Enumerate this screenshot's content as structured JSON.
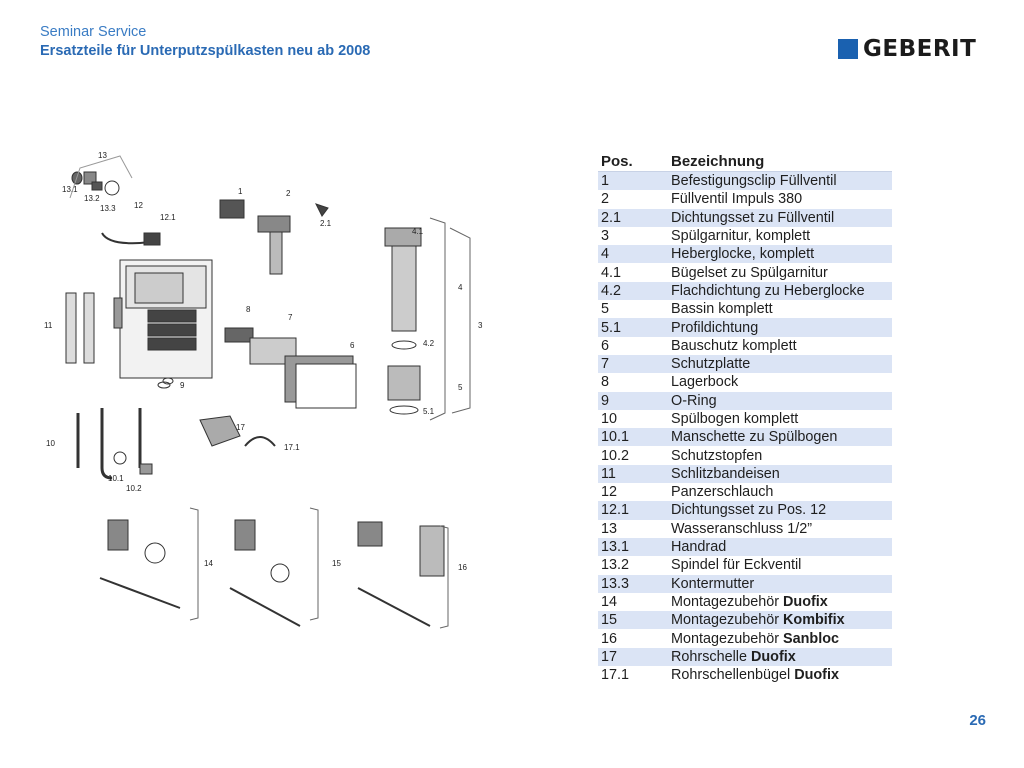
{
  "header": {
    "subtitle": "Seminar Service",
    "title": "Ersatzteile für Unterputzspülkasten neu ab 2008"
  },
  "logo": {
    "text": "GEBERIT",
    "color": "#1a61b0"
  },
  "page_number": "26",
  "table": {
    "col_pos": "Pos.",
    "col_name": "Bezeichnung",
    "rows": [
      {
        "pos": "1",
        "name": "Befestigungsclip Füllventil",
        "bold": ""
      },
      {
        "pos": "2",
        "name": "Füllventil Impuls 380",
        "bold": ""
      },
      {
        "pos": "2.1",
        "name": "Dichtungsset zu Füllventil",
        "bold": ""
      },
      {
        "pos": "3",
        "name": "Spülgarnitur, komplett",
        "bold": ""
      },
      {
        "pos": "4",
        "name": "Heberglocke, komplett",
        "bold": ""
      },
      {
        "pos": "4.1",
        "name": "Bügelset zu Spülgarnitur",
        "bold": ""
      },
      {
        "pos": "4.2",
        "name": "Flachdichtung zu Heberglocke",
        "bold": ""
      },
      {
        "pos": "5",
        "name": "Bassin komplett",
        "bold": ""
      },
      {
        "pos": "5.1",
        "name": "Profildichtung",
        "bold": ""
      },
      {
        "pos": "6",
        "name": "Bauschutz komplett",
        "bold": ""
      },
      {
        "pos": "7",
        "name": "Schutzplatte",
        "bold": ""
      },
      {
        "pos": "8",
        "name": "Lagerbock",
        "bold": ""
      },
      {
        "pos": "9",
        "name": "O-Ring",
        "bold": ""
      },
      {
        "pos": "10",
        "name": "Spülbogen komplett",
        "bold": ""
      },
      {
        "pos": "10.1",
        "name": "Manschette zu Spülbogen",
        "bold": ""
      },
      {
        "pos": "10.2",
        "name": "Schutzstopfen",
        "bold": ""
      },
      {
        "pos": "11",
        "name": "Schlitzbandeisen",
        "bold": ""
      },
      {
        "pos": "12",
        "name": "Panzerschlauch",
        "bold": ""
      },
      {
        "pos": "12.1",
        "name": "Dichtungsset zu Pos. 12",
        "bold": ""
      },
      {
        "pos": "13",
        "name": "Wasseranschluss 1/2”",
        "bold": ""
      },
      {
        "pos": "13.1",
        "name": "Handrad",
        "bold": ""
      },
      {
        "pos": "13.2",
        "name": "Spindel für Eckventil",
        "bold": ""
      },
      {
        "pos": "13.3",
        "name": "Kontermutter",
        "bold": ""
      },
      {
        "pos": "14",
        "name": "Montagezubehör ",
        "bold": "Duofix"
      },
      {
        "pos": "15",
        "name": "Montagezubehör ",
        "bold": "Kombifix"
      },
      {
        "pos": "16",
        "name": "Montagezubehör ",
        "bold": "Sanbloc"
      },
      {
        "pos": "17",
        "name": "Rohrschelle ",
        "bold": "Duofix"
      },
      {
        "pos": "17.1",
        "name": "Rohrschellenbügel ",
        "bold": "Duofix"
      }
    ]
  },
  "drawing_labels": {
    "l13": "13",
    "l13_1": "13.1",
    "l13_2": "13.2",
    "l13_3": "13.3",
    "l12": "12",
    "l12_1": "12.1",
    "l1": "1",
    "l2": "2",
    "l2_1": "2.1",
    "l4_1": "4.1",
    "l4": "4",
    "l3": "3",
    "l4_2": "4.2",
    "l5": "5",
    "l5_1": "5.1",
    "l11": "11",
    "l8": "8",
    "l7": "7",
    "l6": "6",
    "l9": "9",
    "l10": "10",
    "l10_1": "10.1",
    "l10_2": "10.2",
    "l17": "17",
    "l17_1": "17.1",
    "l14": "14",
    "l15": "15",
    "l16": "16"
  }
}
